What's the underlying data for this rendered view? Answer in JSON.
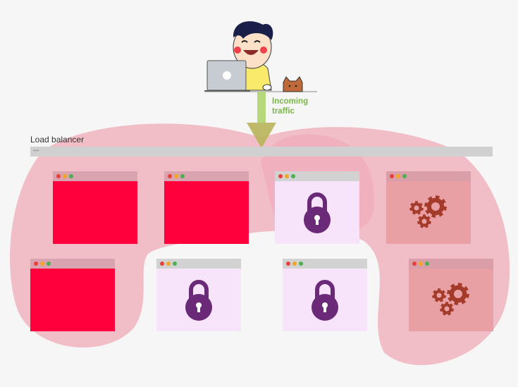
{
  "load_balancer": {
    "label": "Load balancer",
    "bar_text": "•••"
  },
  "traffic": {
    "line1": "Incoming",
    "line2": "traffic"
  },
  "servers": [
    {
      "kind": "red"
    },
    {
      "kind": "red"
    },
    {
      "kind": "lock"
    },
    {
      "kind": "gear"
    },
    {
      "kind": "red"
    },
    {
      "kind": "lock"
    },
    {
      "kind": "lock"
    },
    {
      "kind": "gear"
    }
  ],
  "colors": {
    "blob": "#f0a5b4",
    "red_server": "#ff003c",
    "lock_bg": "#f7e3fa",
    "lock_icon": "#6b2a78",
    "gear_icon": "#a33a2a",
    "arrow": "#b6d87a",
    "traffic_text": "#7ab648"
  }
}
